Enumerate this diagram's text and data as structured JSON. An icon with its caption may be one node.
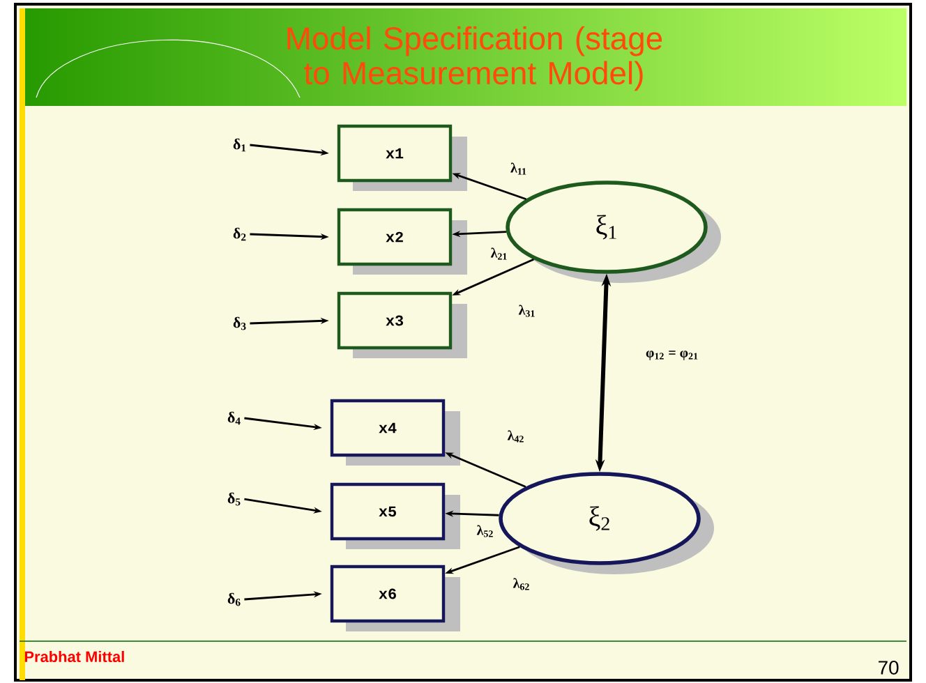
{
  "diagram": {
    "title": "Model Specification (stage to Measurement Model)",
    "nodes": [
      {
        "text": [
          "δ$_{1}$"
        ]
      },
      {
        "text": [
          "δ$_{2}$"
        ]
      },
      {
        "text": [
          "δ$_{3}$"
        ]
      },
      {
        "text": [
          "δ$_{4}$"
        ]
      },
      {
        "text": [
          "δ$_{5}$"
        ]
      },
      {
        "text": [
          "δ$_{6}$"
        ]
      },
      {
        "text": [
          "x1"
        ]
      },
      {
        "text": [
          "x2"
        ]
      },
      {
        "text": [
          "x3"
        ]
      },
      {
        "text": [
          "x4"
        ]
      },
      {
        "text": [
          "x5"
        ]
      },
      {
        "text": [
          "x6"
        ]
      },
      {
        "text": [
          "ξ$_{1}$"
        ]
      },
      {
        "text": [
          "ξ$_{2}$"
        ]
      }
    ],
    "edges": [
      {
        "from": 0,
        "to": 6,
        "arrow": "to"
      },
      {
        "from": 1,
        "to": 7,
        "arrow": "to"
      },
      {
        "from": 2,
        "to": 8,
        "arrow": "to"
      },
      {
        "from": 3,
        "to": 9,
        "arrow": "to"
      },
      {
        "from": 4,
        "to": 10,
        "arrow": "to"
      },
      {
        "from": 5,
        "to": 11,
        "arrow": "to"
      },
      {
        "from": 12,
        "to": 6,
        "arrow": "to",
        "label": "λ$_{11}$"
      },
      {
        "from": 12,
        "to": 7,
        "arrow": "to",
        "label": "λ$_{21}$"
      },
      {
        "from": 12,
        "to": 8,
        "arrow": "to",
        "label": "λ$_{31}$"
      },
      {
        "from": 13,
        "to": 9,
        "arrow": "to",
        "label": "λ$_{42}$"
      },
      {
        "from": 13,
        "to": 10,
        "arrow": "to",
        "label": "λ$_{52}$"
      },
      {
        "from": 13,
        "to": 11,
        "arrow": "to",
        "label": "λ$_{62}$"
      },
      {
        "from": 12,
        "to": 13,
        "arrow": "both",
        "style": "thick",
        "label": "φ$_{12}$ = φ$_{21}$"
      }
    ],
    "labels": [
      "Prabhat Mittal",
      "70"
    ]
  }
}
